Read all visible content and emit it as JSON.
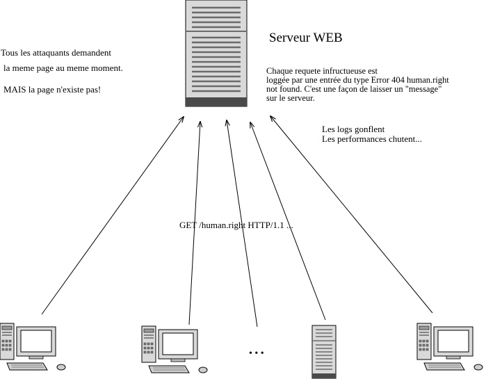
{
  "server_title": "Serveur WEB",
  "left_note": {
    "line1": "Tous les attaquants demandent",
    "line2": "la meme page au meme moment.",
    "line3": "MAIS la page n'existe pas!"
  },
  "right_note": {
    "line1": "Chaque requete infructueuse est",
    "line2": "loggée par une entrée du type Error 404 human.right",
    "line3": "not found. C'est une façon de laisser un \"message\"",
    "line4": "sur le serveur."
  },
  "effects": {
    "line1": "Les logs gonflent",
    "line2": "Les performances chutent..."
  },
  "request_label": "GET /human.right HTTP/1.1 ...",
  "ellipsis": "• • •",
  "icons": {
    "server": "server-tower-icon",
    "client": "desktop-computer-icon"
  }
}
